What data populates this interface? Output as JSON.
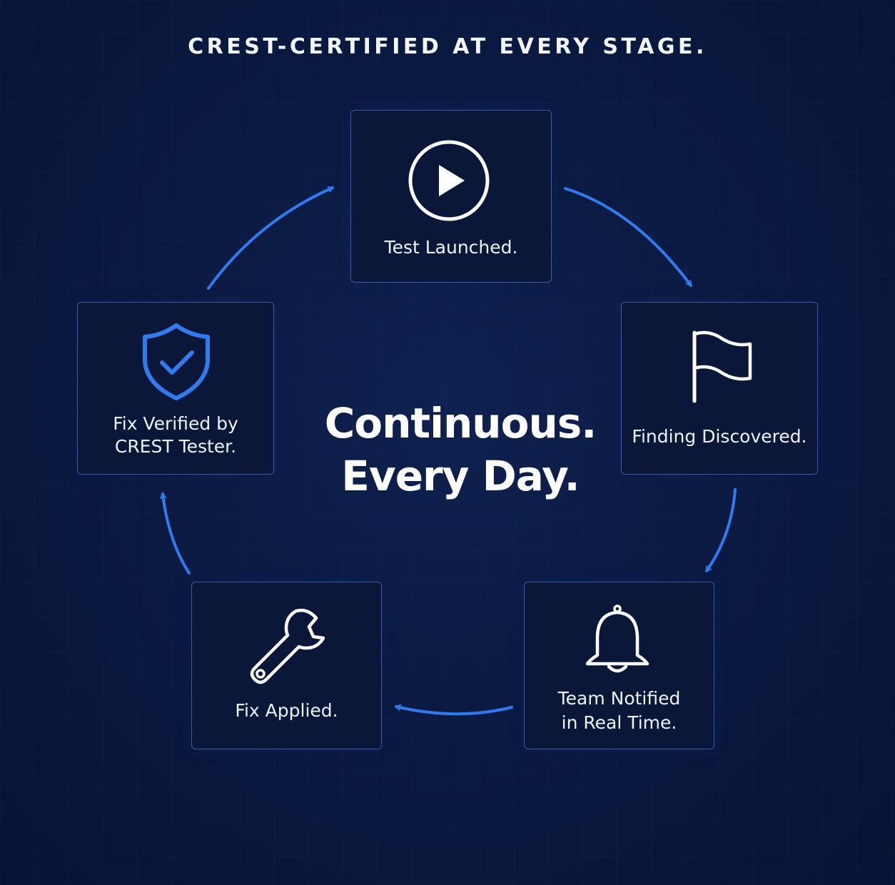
{
  "header": {
    "title": "CREST-CERTIFIED AT EVERY STAGE."
  },
  "center": {
    "line1": "Continuous.",
    "line2": "Every Day."
  },
  "stages": [
    {
      "label": "Test Launched.",
      "icon": "play-icon"
    },
    {
      "label": "Finding Discovered.",
      "icon": "flag-icon"
    },
    {
      "label": "Team Notified\nin Real Time.",
      "icon": "bell-icon"
    },
    {
      "label": "Fix Applied.",
      "icon": "wrench-icon"
    },
    {
      "label": "Fix Verified by\nCREST Tester.",
      "icon": "shield-check-icon"
    }
  ],
  "colors": {
    "background": "#0a1a42",
    "card_border": "#3d5aa8",
    "arrow": "#2f7bf0",
    "shield_accent": "#2f7bf0",
    "text": "#ffffff"
  }
}
